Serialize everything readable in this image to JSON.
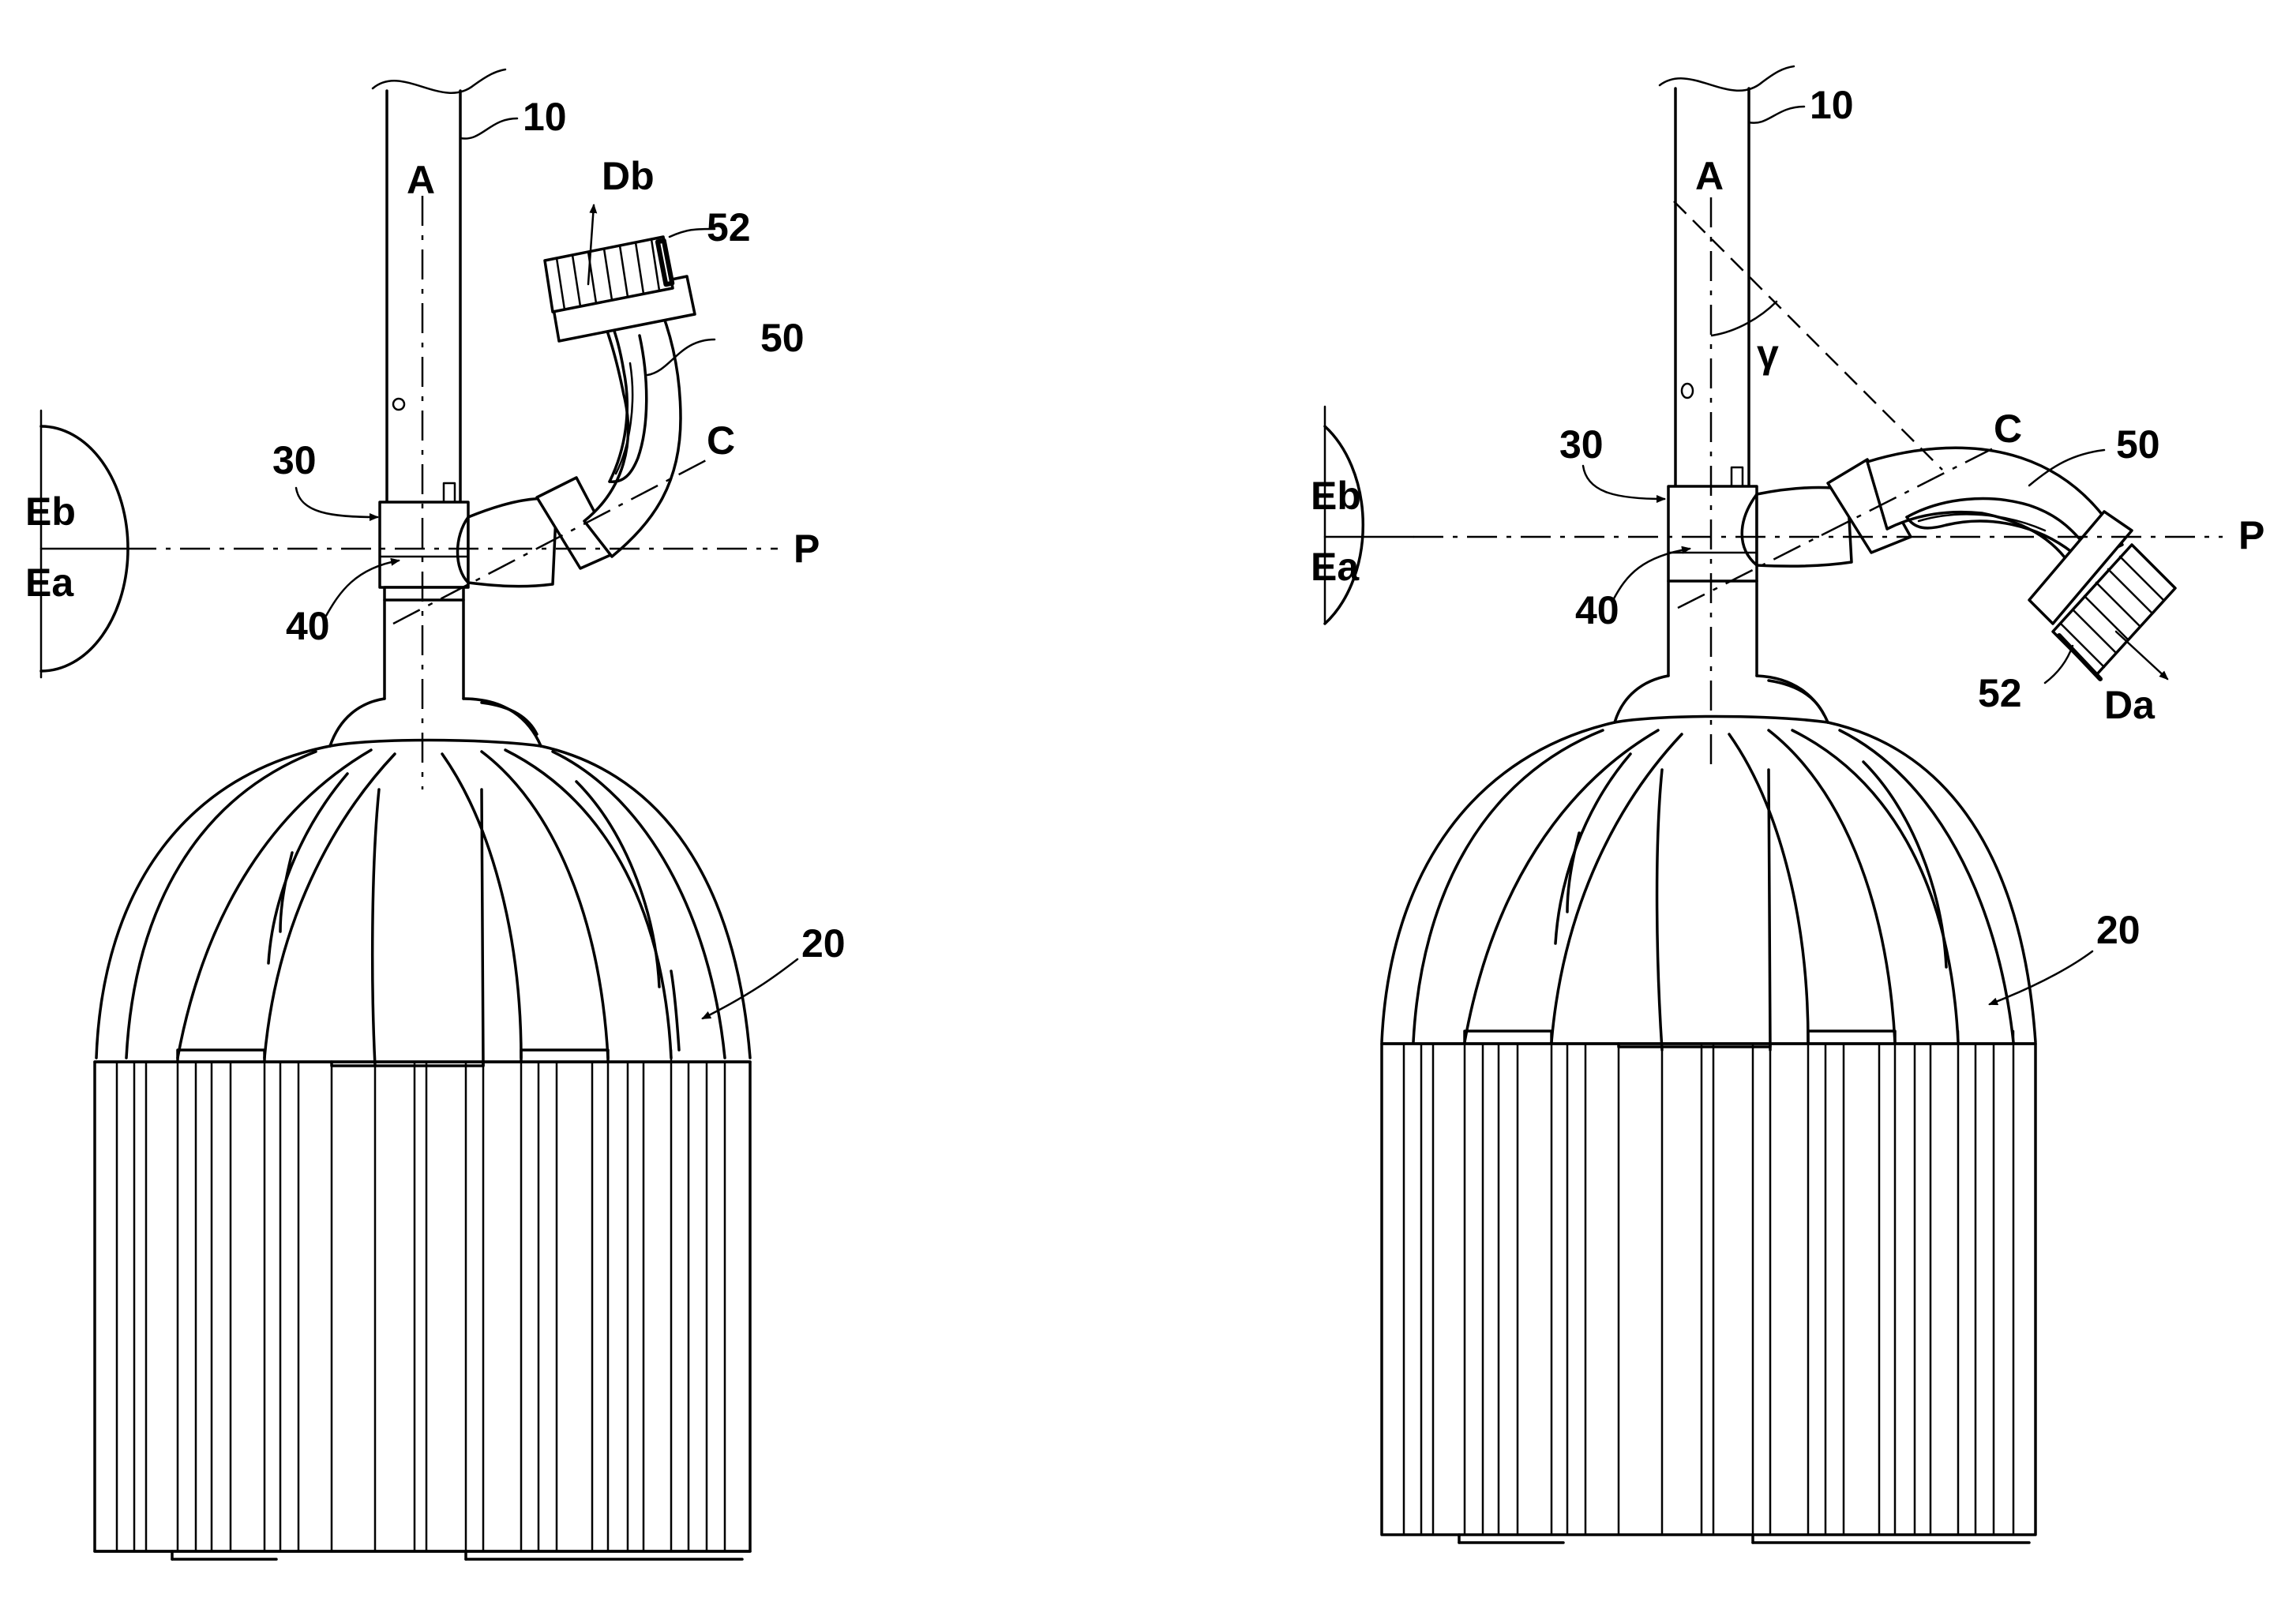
{
  "figure_left": {
    "ref_pole": "10",
    "ref_head": "20",
    "ref_coupler": "30",
    "ref_joint": "40",
    "ref_nozzle": "50",
    "ref_brush": "52",
    "axis_a": "A",
    "axis_c": "C",
    "plane_p": "P",
    "direction": "Db",
    "state_upper": "Eb",
    "state_lower": "Ea"
  },
  "figure_right": {
    "ref_pole": "10",
    "ref_head": "20",
    "ref_coupler": "30",
    "ref_joint": "40",
    "ref_nozzle": "50",
    "ref_brush": "52",
    "axis_a": "A",
    "axis_c": "C",
    "plane_p": "P",
    "direction": "Da",
    "angle": "γ",
    "state_upper": "Eb",
    "state_lower": "Ea"
  }
}
